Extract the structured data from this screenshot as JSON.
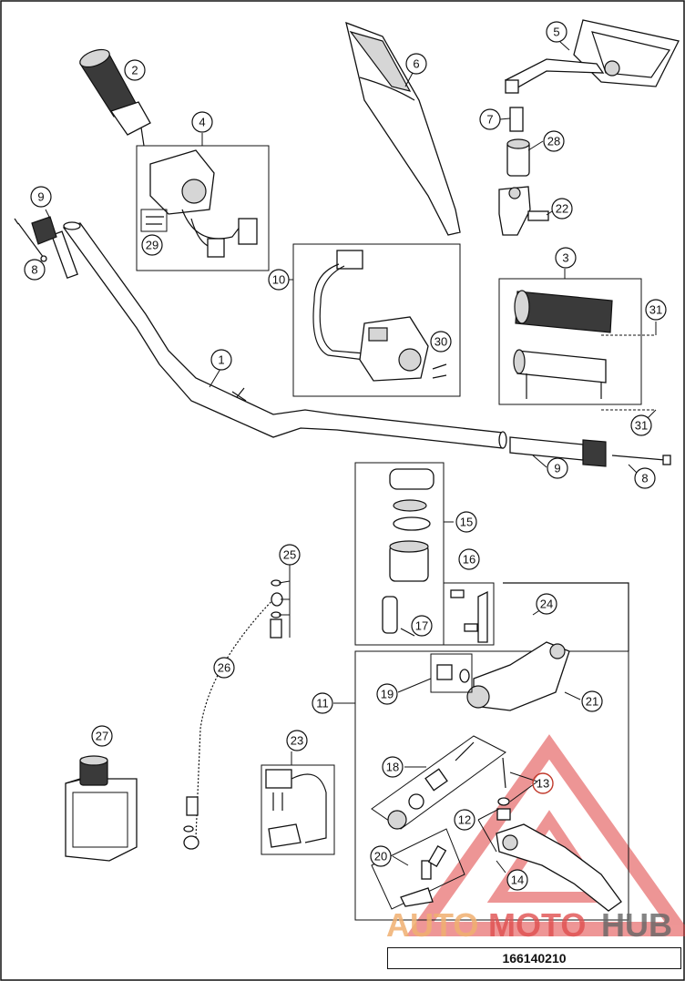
{
  "diagram": {
    "code": "166140210",
    "watermark": {
      "part1": "AUTO",
      "part2": "MOTO",
      "part3": "HUB"
    },
    "callouts": [
      "1",
      "2",
      "3",
      "4",
      "5",
      "6",
      "7",
      "8",
      "8",
      "9",
      "9",
      "10",
      "11",
      "12",
      "13",
      "14",
      "15",
      "16",
      "17",
      "18",
      "19",
      "20",
      "21",
      "22",
      "23",
      "24",
      "25",
      "26",
      "27",
      "28",
      "29",
      "30",
      "31",
      "31"
    ]
  }
}
